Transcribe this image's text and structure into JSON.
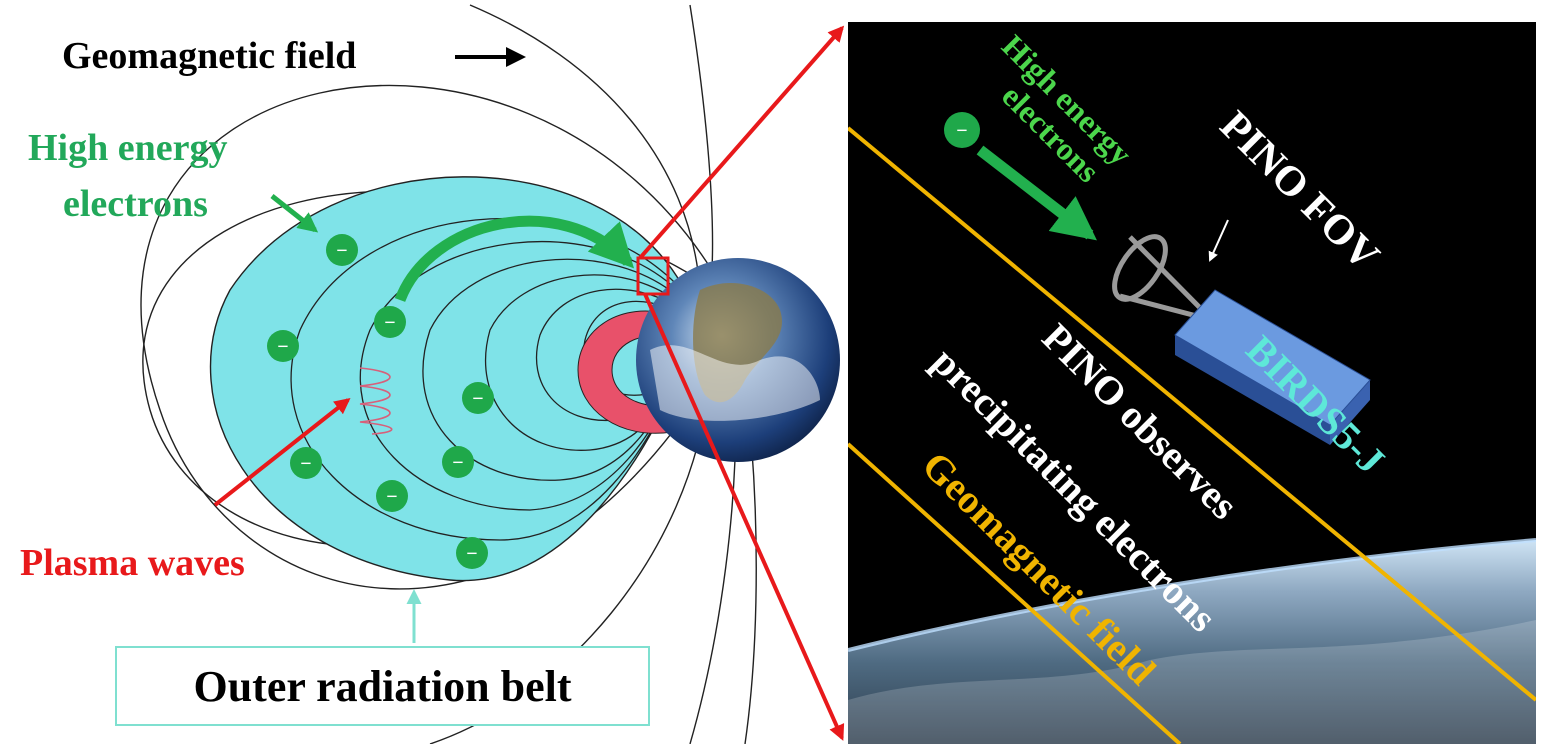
{
  "left_panel": {
    "geomagnetic_field_label": "Geomagnetic field",
    "high_energy_line1": "High energy",
    "high_energy_line2": "electrons",
    "plasma_waves_label": "Plasma waves",
    "outer_belt_label": "Outer radiation belt",
    "electron_symbol": "−",
    "colors": {
      "belt_fill": "#7fe3e8",
      "inner_belt": "#e8516a",
      "electron": "#1fa84a",
      "arrow_green": "#22b04e",
      "arrow_red": "#e8191b",
      "label_green": "#22a85a",
      "label_red": "#e8191b"
    }
  },
  "right_panel": {
    "high_energy_line1": "High energy",
    "high_energy_line2": "electrons",
    "pino_fov_label": "PINO FOV",
    "satellite_label": "BIRDS5-J",
    "observes_line1": "PINO observes",
    "observes_line2": "precipitating electrons",
    "geomagnetic_field_label": "Geomagnetic field",
    "electron_symbol": "−",
    "colors": {
      "field_line": "#f0b400",
      "label_green": "#4cd64c",
      "satellite": "#3f73c8",
      "satellite_text": "#5ee8d8",
      "space": "#000000"
    }
  }
}
